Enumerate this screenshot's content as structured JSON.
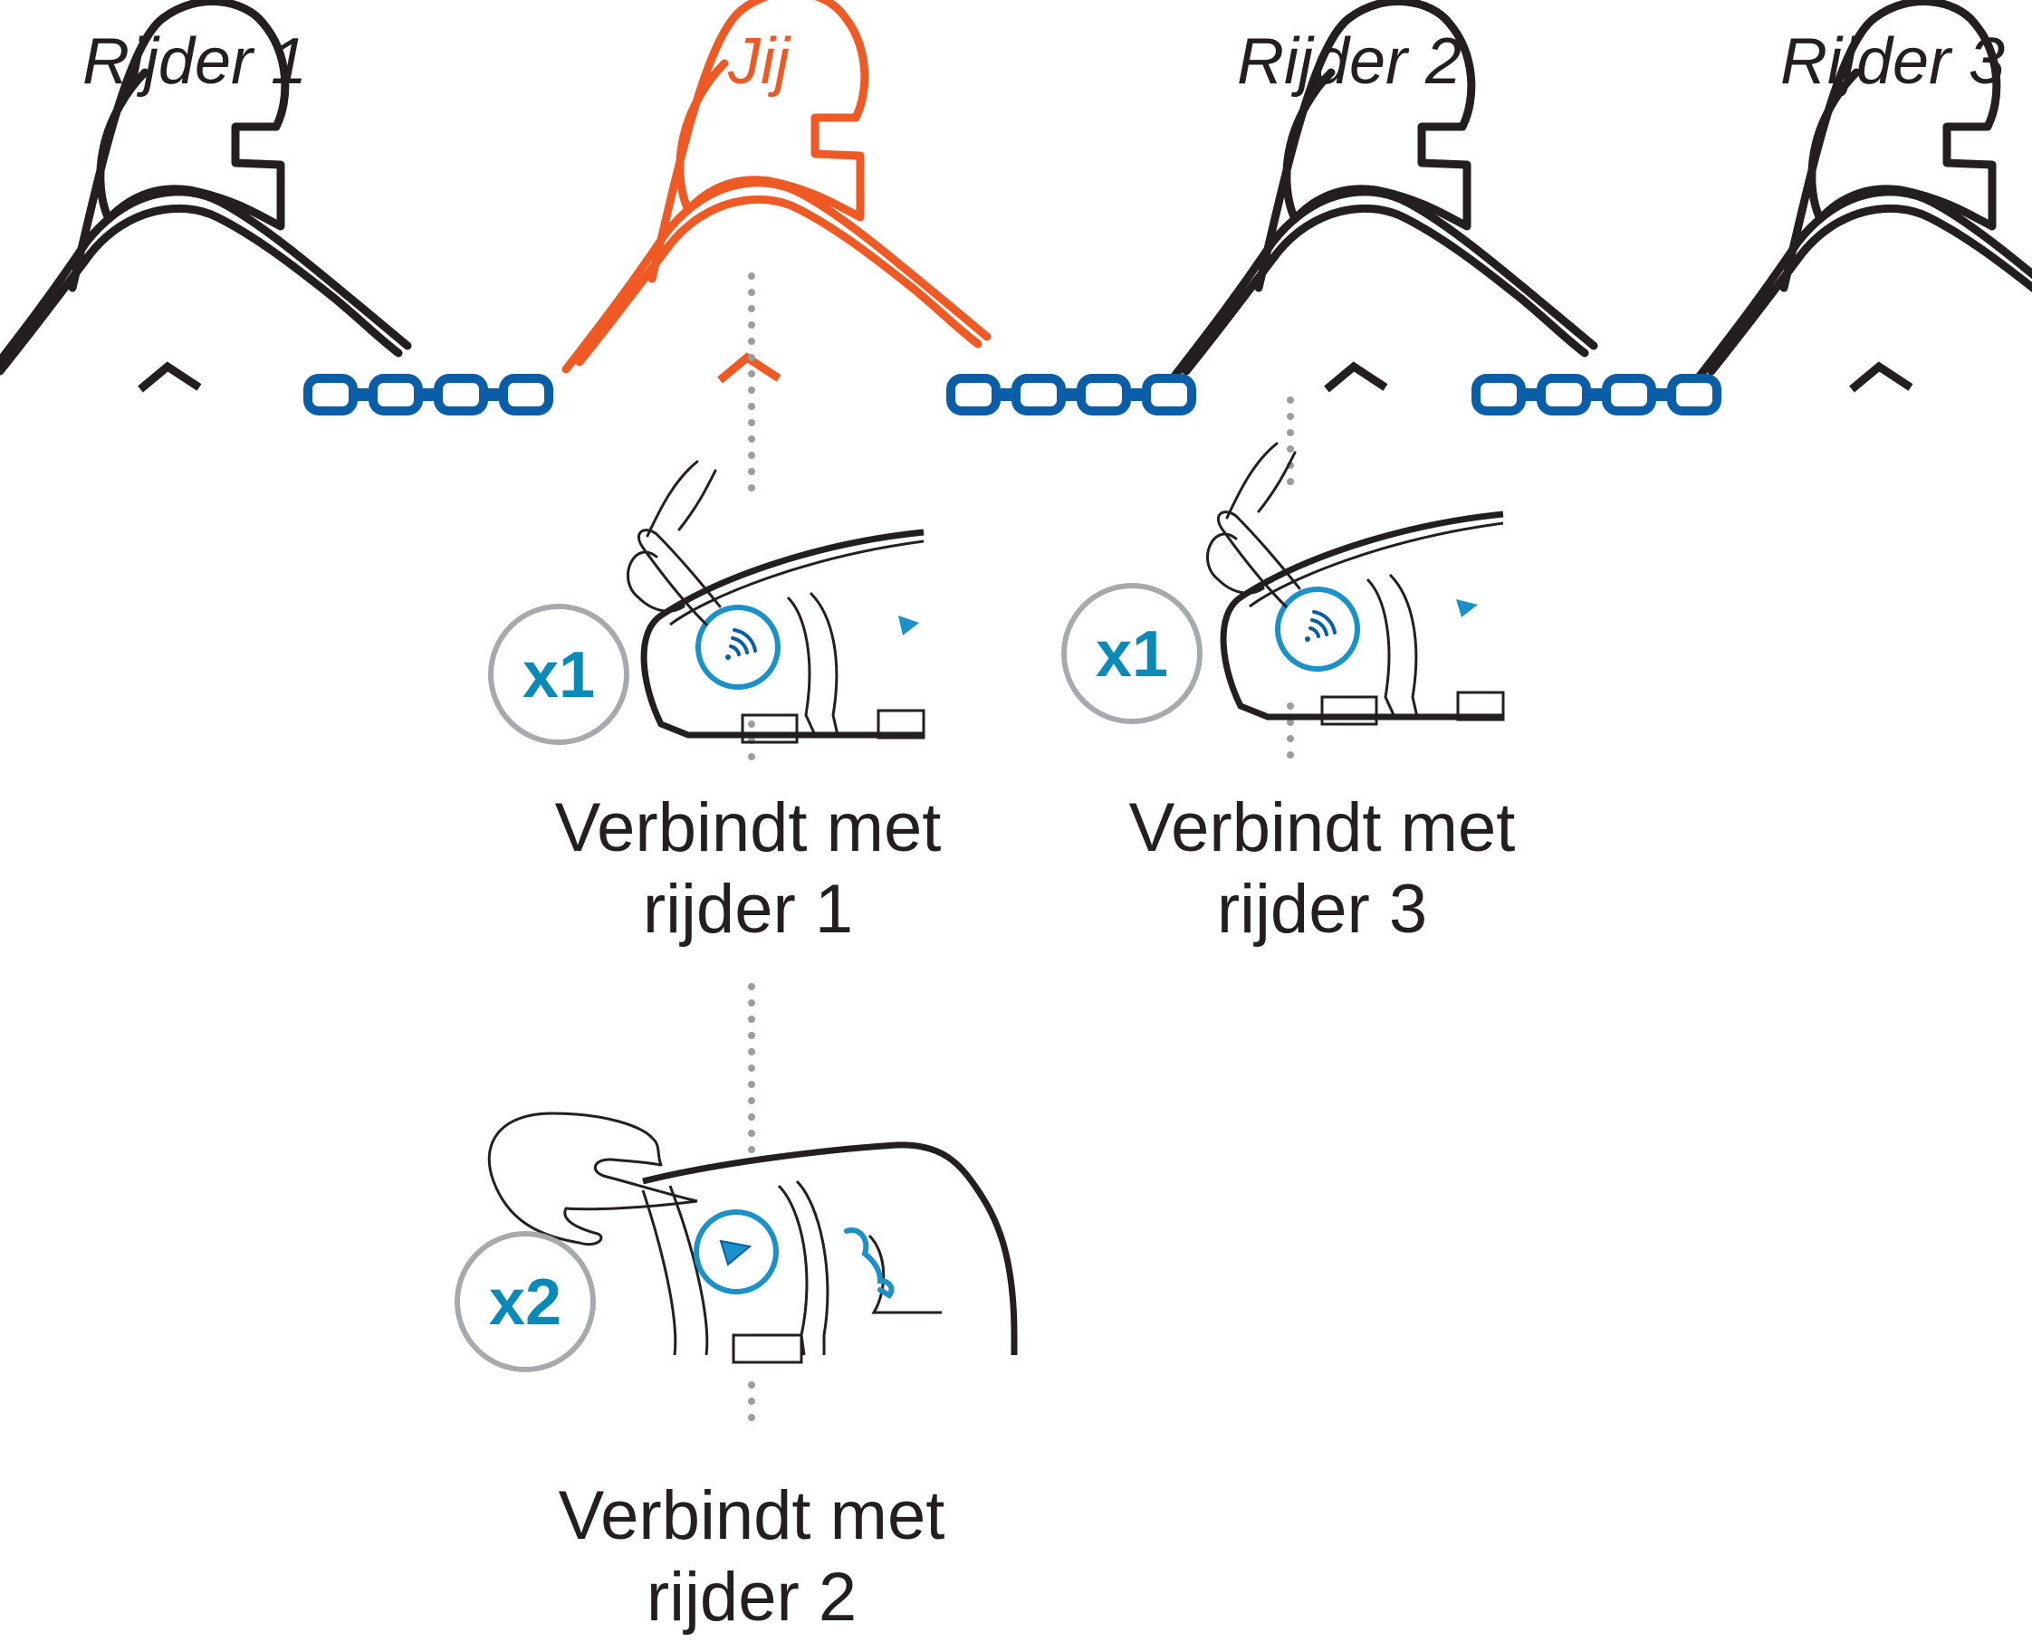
{
  "riders": [
    {
      "label": "Rijder 1",
      "role": "other"
    },
    {
      "label": "Jij",
      "role": "you"
    },
    {
      "label": "Rijder 2",
      "role": "other"
    },
    {
      "label": "Rijder 3",
      "role": "other"
    }
  ],
  "steps": [
    {
      "press_count": "x1",
      "button_icon": "intercom-wave-icon",
      "caption_line1": "Verbindt met",
      "caption_line2": "rijder 1"
    },
    {
      "press_count": "x1",
      "button_icon": "intercom-wave-icon",
      "caption_line1": "Verbindt met",
      "caption_line2": "rijder 3"
    },
    {
      "press_count": "x2",
      "button_icon": "play-triangle-icon",
      "caption_line1": "Verbindt met",
      "caption_line2": "rijder 2"
    }
  ],
  "colors": {
    "outline": "#231f20",
    "you": "#ef5a24",
    "chain": "#0a5ea8",
    "accent": "#1a91c8",
    "press_ring": "#a7a9ac",
    "connector": "#9d9d9d"
  }
}
